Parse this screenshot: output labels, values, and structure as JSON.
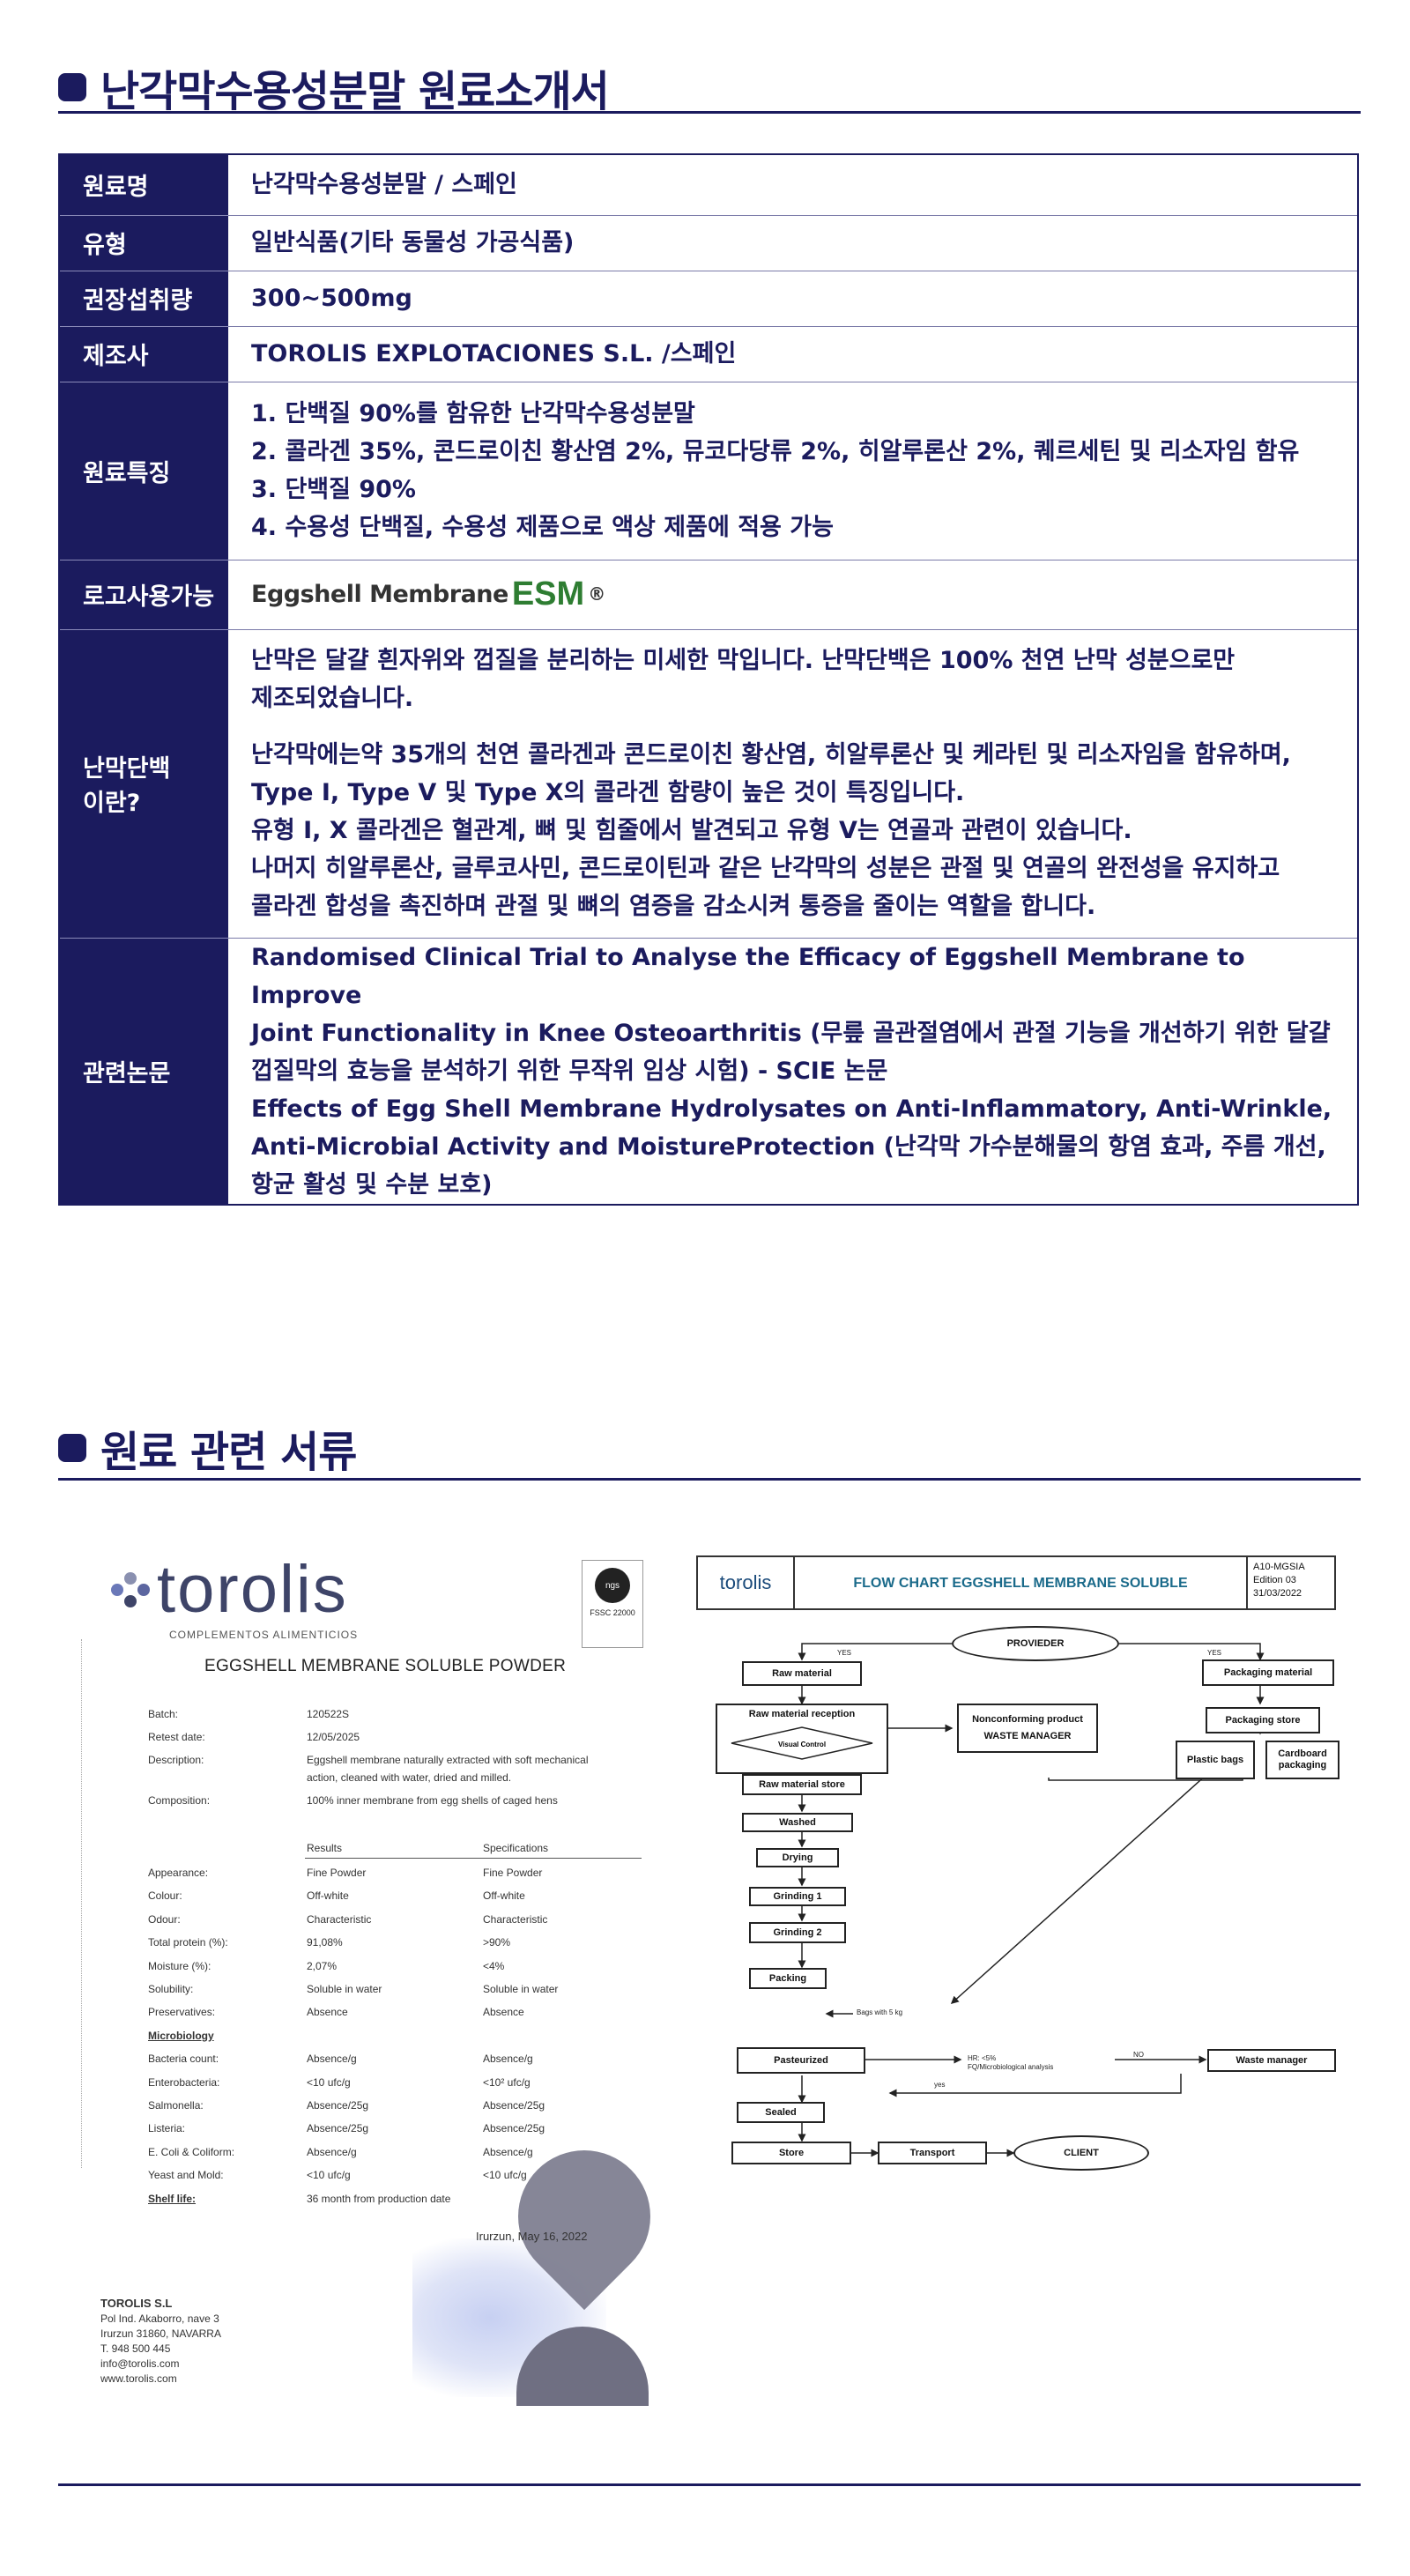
{
  "section1": {
    "title": "난각막수용성분말 원료소개서"
  },
  "table": {
    "rows": [
      {
        "label": "원료명",
        "value": "난각막수용성분말 / 스페인"
      },
      {
        "label": "유형",
        "value": "일반식품(기타 동물성 가공식품)"
      },
      {
        "label": "권장섭취량",
        "value": "300~500mg"
      },
      {
        "label": "제조사",
        "value": "TOROLIS EXPLOTACIONES S.L. /스페인"
      },
      {
        "label": "원료특징",
        "lines": [
          "1. 단백질 90%를 함유한 난각막수용성분말",
          "2. 콜라겐 35%, 콘드로이친 황산염 2%, 뮤코다당류 2%, 히알루론산 2%, 퀘르세틴  및 리소자임 함유",
          "3. 단백질 90%",
          "4. 수용성 단백질, 수용성 제품으로 액상 제품에 적용 가능"
        ]
      },
      {
        "label": "로고사용가능",
        "logo_text": "Eggshell Membrane",
        "logo_mark": "ESM",
        "logo_reg": "®"
      },
      {
        "label1": "난막단백",
        "label2": "이란?",
        "lines": [
          "난막은 달걀 흰자위와 껍질을 분리하는 미세한 막입니다. 난막단백은 100% 천연 난막 성분으로만",
          "제조되었습니다.",
          "난각막에는약 35개의 천연 콜라겐과 콘드로이친 황산염, 히알루론산 및 케라틴 및 리소자임을 함유하며,",
          "Type I, Type V 및 Type X의 콜라겐 함량이 높은 것이 특징입니다.",
          "유형 I, X 콜라겐은 혈관계, 뼈 및 힘줄에서 발견되고 유형 V는 연골과 관련이 있습니다.",
          "나머지 히알루론산, 글루코사민, 콘드로이틴과 같은 난각막의 성분은 관절 및 연골의 완전성을 유지하고",
          "콜라겐 합성을 촉진하며 관절 및 뼈의 염증을 감소시켜 통증을 줄이는 역할을 합니다."
        ]
      },
      {
        "label": "관련논문",
        "lines": [
          "Randomised Clinical Trial to Analyse the Efficacy of Eggshell Membrane to Improve",
          "Joint Functionality in Knee Osteoarthritis (무릎 골관절염에서 관절 기능을 개선하기 위한 달걀",
          "껍질막의 효능을 분석하기 위한 무작위 임상 시험) - SCIE 논문",
          "Effects of Egg Shell Membrane Hydrolysates on Anti-Inflammatory, Anti-Wrinkle,",
          "Anti-Microbial Activity and MoistureProtection (난각막 가수분해물의 항염 효과, 주름 개선,",
          "항균 활성 및 수분 보호)"
        ]
      }
    ]
  },
  "section2": {
    "title": "원료 관련 서류"
  },
  "spec_sheet": {
    "brand": "torolis",
    "brand_sub": "COMPLEMENTOS  ALIMENTICIOS",
    "cert_label": "FSSC 22000",
    "title": "EGGSHELL MEMBRANE SOLUBLE POWDER",
    "meta": [
      {
        "k": "Batch:",
        "v": "120522S"
      },
      {
        "k": "Retest date:",
        "v": "12/05/2025"
      },
      {
        "k": "Description:",
        "v": "Eggshell membrane naturally extracted with soft mechanical"
      },
      {
        "k": "",
        "v": "action, cleaned with water, dried and milled."
      },
      {
        "k": "Composition:",
        "v": "100% inner membrane from egg shells of caged hens"
      }
    ],
    "results_header": {
      "c2": "Results",
      "c3": "Specifications"
    },
    "results": [
      [
        "Appearance:",
        "Fine Powder",
        "Fine Powder"
      ],
      [
        "Colour:",
        "Off-white",
        "Off-white"
      ],
      [
        "Odour:",
        "Characteristic",
        "Characteristic"
      ],
      [
        "Total protein (%):",
        "91,08%",
        ">90%"
      ],
      [
        "Moisture (%):",
        "2,07%",
        "<4%"
      ],
      [
        "Solubility:",
        "Soluble in water",
        "Soluble in water"
      ],
      [
        "Preservatives:",
        "Absence",
        "Absence"
      ],
      [
        "Microbiology",
        "",
        ""
      ],
      [
        "Bacteria count:",
        "Absence/g",
        "Absence/g"
      ],
      [
        "Enterobacteria:",
        "<10 ufc/g",
        "<10² ufc/g"
      ],
      [
        "Salmonella:",
        "Absence/25g",
        "Absence/25g"
      ],
      [
        "Listeria:",
        "Absence/25g",
        "Absence/25g"
      ],
      [
        "E. Coli & Coliform:",
        "Absence/g",
        "Absence/g"
      ],
      [
        "Yeast and Mold:",
        "<10 ufc/g",
        "<10 ufc/g"
      ],
      [
        "Shelf life:",
        "36 month from production date",
        ""
      ]
    ],
    "sign_date": "Irurzun, May 16, 2022",
    "address": [
      "TOROLIS S.L",
      "Pol Ind. Akaborro, nave 3",
      "Irurzun 31860, NAVARRA",
      "T. 948 500 445",
      "info@torolis.com",
      "www.torolis.com"
    ]
  },
  "flow_chart": {
    "logo": "torolis",
    "title": "FLOW CHART EGGSHELL MEMBRANE SOLUBLE",
    "edition": [
      "A10-MGSIA",
      "Edition 03",
      "31/03/2022"
    ],
    "nodes": {
      "provider": "PROVIEDER",
      "raw_material": "Raw material",
      "packaging_material": "Packaging material",
      "raw_reception": "Raw material reception",
      "visual_control": "Visual Control",
      "nonconforming": "Nonconforming product",
      "waste_manager_1": "WASTE MANAGER",
      "packaging_store": "Packaging store",
      "plastic_bags": "Plastic bags",
      "cardboard": "Cardboard packaging",
      "raw_store": "Raw material store",
      "washed": "Washed",
      "drying": "Drying",
      "grinding1": "Grinding 1",
      "grinding2": "Grinding 2",
      "packing": "Packing",
      "bags_label": "Bags with 5 kg",
      "pasteurized": "Pasteurized",
      "hr_label": "HR: <5%",
      "fq_label": "FQ/Microbiological analysis",
      "no_label": "NO",
      "waste_manager_2": "Waste manager",
      "sealed": "Sealed",
      "yes_label": "yes",
      "store": "Store",
      "transport": "Transport",
      "client": "CLIENT",
      "yes_a": "YES",
      "yes_b": "YES"
    }
  }
}
